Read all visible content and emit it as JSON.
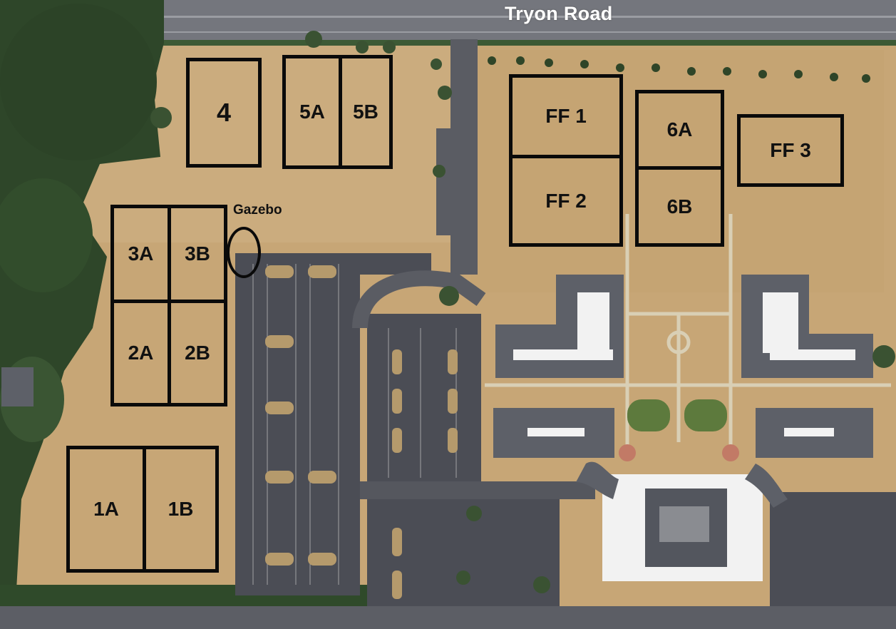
{
  "road": {
    "name": "Tryon Road"
  },
  "landmark": {
    "gazebo": "Gazebo"
  },
  "fields": {
    "f4": {
      "label": "4"
    },
    "f5": {
      "a": "5A",
      "b": "5B"
    },
    "ff12": {
      "top": "FF 1",
      "bottom": "FF 2"
    },
    "f6": {
      "top": "6A",
      "bottom": "6B"
    },
    "ff3": {
      "label": "FF 3"
    },
    "f32": {
      "tl": "3A",
      "tr": "3B",
      "bl": "2A",
      "br": "2B"
    },
    "f1": {
      "a": "1A",
      "b": "1B"
    }
  },
  "colors": {
    "field_outline": "#0a0a0a",
    "grass_dry": "#c9a877",
    "trees": "#2f4a2a",
    "asphalt": "#4b4d55",
    "roof": "#5d6068",
    "roof_flat": "#f2f2f2",
    "road": "#6d7078"
  }
}
